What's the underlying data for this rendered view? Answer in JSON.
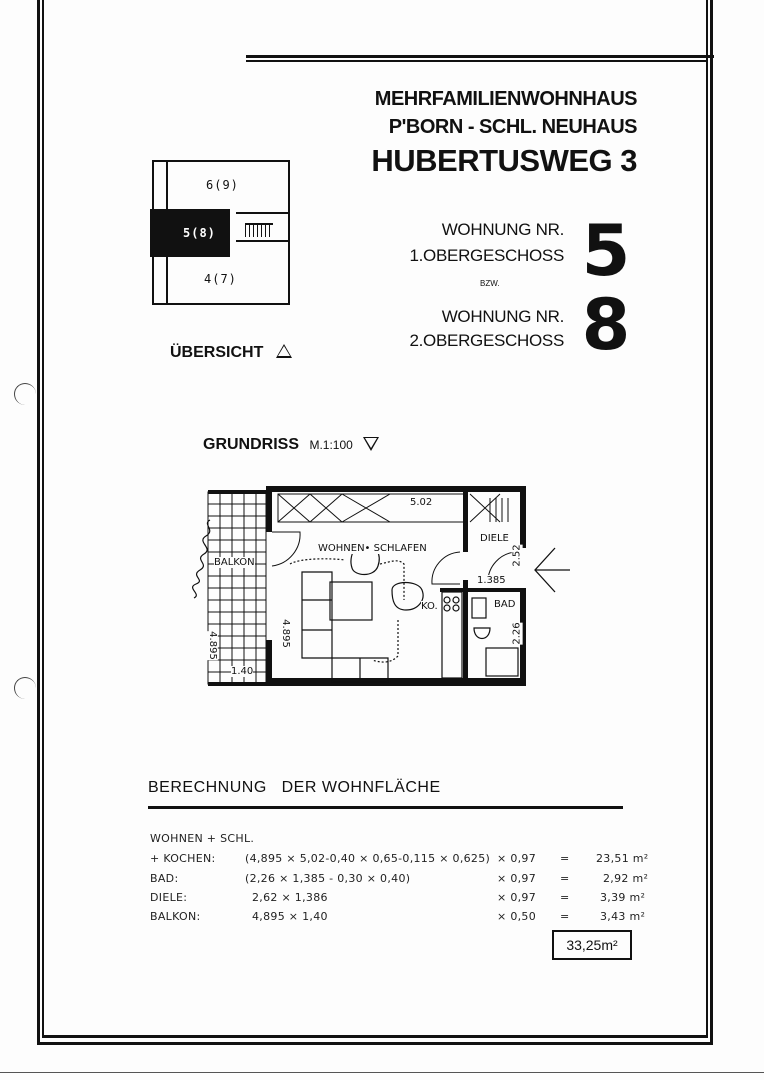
{
  "header": {
    "line1": "MEHRFAMILIENWOHNHAUS",
    "line2": "P'BORN - SCHL. NEUHAUS",
    "line3": "HUBERTUSWEG 3"
  },
  "apartments": {
    "first": {
      "label": "WOHNUNG NR.",
      "floor": "1.OBERGESCHOSS",
      "number": "5"
    },
    "separator": "BZW.",
    "second": {
      "label": "WOHNUNG NR.",
      "floor": "2.OBERGESCHOSS",
      "number": "8"
    }
  },
  "overview": {
    "title": "ÜBERSICHT",
    "units": {
      "top": "6(9)",
      "highlighted": "5(8)",
      "bottom": "4(7)"
    }
  },
  "floorplan": {
    "title": "GRUNDRISS",
    "scale": "M.1:100",
    "rooms": {
      "living": "WOHNEN• SCHLAFEN",
      "hall": "DIELE",
      "bath": "BAD",
      "kitchen": "KO.",
      "balcony": "BALKON"
    },
    "dimensions": {
      "top_width": "5.02",
      "hall_width": "1.385",
      "hall_depth": "2.52",
      "bath_depth": "2.26",
      "room_depth": "4.895",
      "balcony_depth": "4.895",
      "balcony_width": "1.40"
    }
  },
  "calculation": {
    "title": "BERECHNUNG   DER WOHNFLÄCHE",
    "rows": [
      {
        "label": "WOHNEN + SCHL.",
        "formula": "",
        "factor": "",
        "eq": "",
        "result": ""
      },
      {
        "label": "+ KOCHEN:",
        "formula": "(4,895 × 5,02-0,40 × 0,65-0,115 × 0,625)",
        "factor": "× 0,97",
        "eq": "=",
        "result": "23,51 m²"
      },
      {
        "label": "BAD:",
        "formula": "(2,26 × 1,385 - 0,30 × 0,40)",
        "factor": "× 0,97",
        "eq": "=",
        "result": "2,92 m²"
      },
      {
        "label": "DIELE:",
        "formula": "2,62 × 1,386",
        "factor": "× 0,97",
        "eq": "=",
        "result": "3,39 m²"
      },
      {
        "label": "BALKON:",
        "formula": "4,895 × 1,40",
        "factor": "× 0,50",
        "eq": "=",
        "result": "3,43 m²"
      }
    ],
    "total": "33,25m²"
  }
}
